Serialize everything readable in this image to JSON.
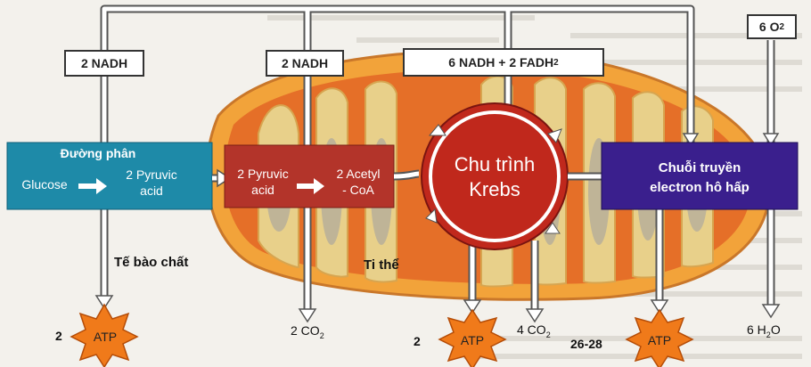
{
  "colors": {
    "glycolysis_box": "#1e8aa8",
    "pyruvate_box": "#b83526",
    "krebs_circle": "#c0281c",
    "etc_box": "#3b1f8f",
    "mito_outer": "#f4a83a",
    "mito_inner": "#e8722a",
    "atp_star": "#f07a1a"
  },
  "top": {
    "nadh_1": "2 NADH",
    "nadh_2": "2 NADH",
    "nadh_krebs": "6 NADH + 2 FADH",
    "nadh_krebs_sub": "2",
    "o2_num": "6 O",
    "o2_sub": "2"
  },
  "glycolysis": {
    "title": "Đường phân",
    "glucose": "Glucose",
    "pyruvic_1": "2 Pyruvic",
    "pyruvic_2": "acid"
  },
  "pyruvate": {
    "left_1": "2 Pyruvic",
    "left_2": "acid",
    "right_1": "2 Acetyl",
    "right_2": "- CoA"
  },
  "krebs": {
    "line1": "Chu trình",
    "line2": "Krebs"
  },
  "etc": {
    "line1": "Chuỗi truyền",
    "line2": "electron hô hấp"
  },
  "regions": {
    "cytoplasm": "Tế bào chất",
    "mitochondria": "Ti thể"
  },
  "bottom": {
    "atp1_count": "2",
    "atp_label": "ATP",
    "co2_1": "2 CO",
    "co2_1_sub": "2",
    "atp2_count": "2",
    "co2_2": "4 CO",
    "co2_2_sub": "2",
    "atp3_count": "26-28",
    "h2o": "6 H",
    "h2o_sub": "2",
    "h2o_tail": "O"
  }
}
